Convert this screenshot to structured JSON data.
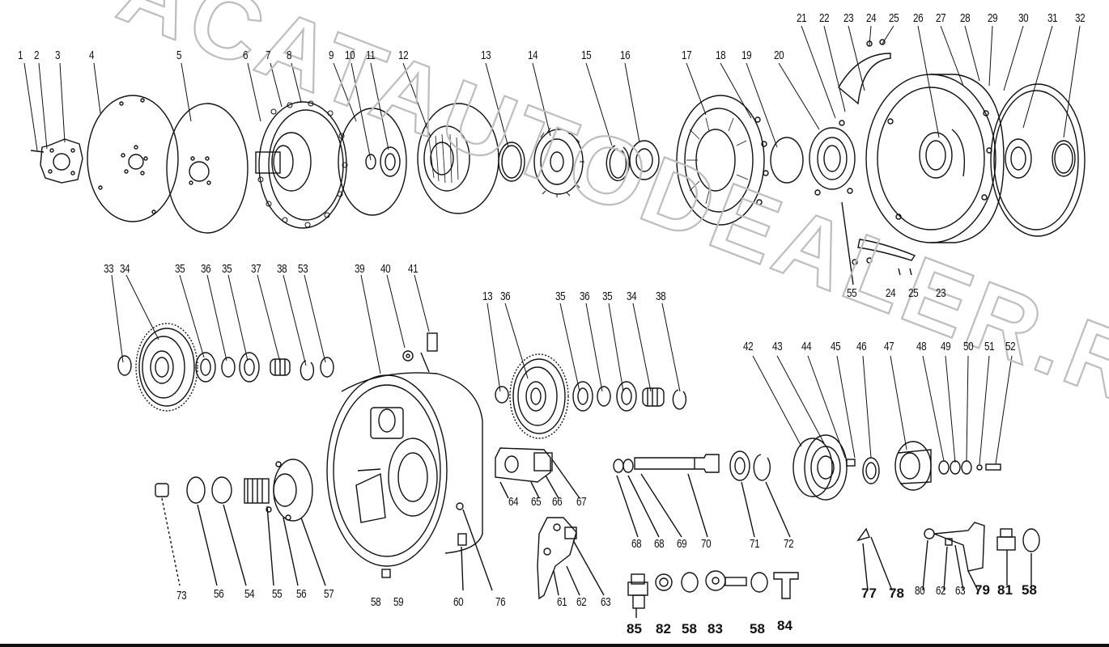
{
  "watermark": {
    "text": "ACATAUTODEALER.RU",
    "color": "#bdbdbd"
  },
  "colors": {
    "ink": "#111111",
    "paper": "#ffffff"
  },
  "callouts": [
    {
      "id": "c1",
      "text": "1"
    },
    {
      "id": "c2",
      "text": "2"
    },
    {
      "id": "c3",
      "text": "3"
    },
    {
      "id": "c4",
      "text": "4"
    },
    {
      "id": "c5",
      "text": "5"
    },
    {
      "id": "c6",
      "text": "6"
    },
    {
      "id": "c7",
      "text": "7"
    },
    {
      "id": "c8",
      "text": "8"
    },
    {
      "id": "c9",
      "text": "9"
    },
    {
      "id": "c10",
      "text": "10"
    },
    {
      "id": "c11",
      "text": "11"
    },
    {
      "id": "c12",
      "text": "12"
    },
    {
      "id": "c13",
      "text": "13"
    },
    {
      "id": "c14",
      "text": "14"
    },
    {
      "id": "c15",
      "text": "15"
    },
    {
      "id": "c16",
      "text": "16"
    },
    {
      "id": "c17",
      "text": "17"
    },
    {
      "id": "c18",
      "text": "18"
    },
    {
      "id": "c19",
      "text": "19"
    },
    {
      "id": "c20",
      "text": "20"
    },
    {
      "id": "c21",
      "text": "21"
    },
    {
      "id": "c22",
      "text": "22"
    },
    {
      "id": "c23",
      "text": "23"
    },
    {
      "id": "c24",
      "text": "24"
    },
    {
      "id": "c25",
      "text": "25"
    },
    {
      "id": "c26",
      "text": "26"
    },
    {
      "id": "c27",
      "text": "27"
    },
    {
      "id": "c28",
      "text": "28"
    },
    {
      "id": "c29",
      "text": "29"
    },
    {
      "id": "c30",
      "text": "30"
    },
    {
      "id": "c31",
      "text": "31"
    },
    {
      "id": "c32",
      "text": "32"
    },
    {
      "id": "c55",
      "text": "55"
    },
    {
      "id": "c24b",
      "text": "24"
    },
    {
      "id": "c25b",
      "text": "25"
    },
    {
      "id": "c23b",
      "text": "23"
    },
    {
      "id": "c33",
      "text": "33"
    },
    {
      "id": "c34",
      "text": "34"
    },
    {
      "id": "c35",
      "text": "35"
    },
    {
      "id": "c36",
      "text": "36"
    },
    {
      "id": "c35b",
      "text": "35"
    },
    {
      "id": "c37",
      "text": "37"
    },
    {
      "id": "c38",
      "text": "38"
    },
    {
      "id": "c53",
      "text": "53"
    },
    {
      "id": "c39",
      "text": "39"
    },
    {
      "id": "c40",
      "text": "40"
    },
    {
      "id": "c41",
      "text": "41"
    },
    {
      "id": "c13b",
      "text": "13"
    },
    {
      "id": "c36b",
      "text": "36"
    },
    {
      "id": "c35c",
      "text": "35"
    },
    {
      "id": "c36c",
      "text": "36"
    },
    {
      "id": "c35d",
      "text": "35"
    },
    {
      "id": "c34b",
      "text": "34"
    },
    {
      "id": "c38b",
      "text": "38"
    },
    {
      "id": "c42",
      "text": "42"
    },
    {
      "id": "c43",
      "text": "43"
    },
    {
      "id": "c44",
      "text": "44"
    },
    {
      "id": "c45",
      "text": "45"
    },
    {
      "id": "c46",
      "text": "46"
    },
    {
      "id": "c47",
      "text": "47"
    },
    {
      "id": "c48",
      "text": "48"
    },
    {
      "id": "c49",
      "text": "49"
    },
    {
      "id": "c50",
      "text": "50"
    },
    {
      "id": "c51",
      "text": "51"
    },
    {
      "id": "c52",
      "text": "52"
    },
    {
      "id": "c73",
      "text": "73"
    },
    {
      "id": "c56",
      "text": "56"
    },
    {
      "id": "c54",
      "text": "54"
    },
    {
      "id": "c55b",
      "text": "55"
    },
    {
      "id": "c56b",
      "text": "56"
    },
    {
      "id": "c57",
      "text": "57"
    },
    {
      "id": "c58",
      "text": "58"
    },
    {
      "id": "c59",
      "text": "59"
    },
    {
      "id": "c60",
      "text": "60"
    },
    {
      "id": "c76",
      "text": "76"
    },
    {
      "id": "c64",
      "text": "64"
    },
    {
      "id": "c65",
      "text": "65"
    },
    {
      "id": "c66",
      "text": "66"
    },
    {
      "id": "c67",
      "text": "67"
    },
    {
      "id": "c61",
      "text": "61"
    },
    {
      "id": "c62",
      "text": "62"
    },
    {
      "id": "c63",
      "text": "63"
    },
    {
      "id": "c68",
      "text": "68"
    },
    {
      "id": "c68b",
      "text": "68"
    },
    {
      "id": "c69",
      "text": "69"
    },
    {
      "id": "c70",
      "text": "70"
    },
    {
      "id": "c71",
      "text": "71"
    },
    {
      "id": "c72",
      "text": "72"
    },
    {
      "id": "c77",
      "text": "77"
    },
    {
      "id": "c78",
      "text": "78"
    },
    {
      "id": "c80",
      "text": "80"
    },
    {
      "id": "c62b",
      "text": "62"
    },
    {
      "id": "c63b",
      "text": "63"
    },
    {
      "id": "c79",
      "text": "79"
    },
    {
      "id": "c81",
      "text": "81"
    },
    {
      "id": "c58b",
      "text": "58"
    },
    {
      "id": "c85",
      "text": "85"
    },
    {
      "id": "c82",
      "text": "82"
    },
    {
      "id": "c58c",
      "text": "58"
    },
    {
      "id": "c83",
      "text": "83"
    },
    {
      "id": "c58d",
      "text": "58"
    },
    {
      "id": "c84",
      "text": "84"
    }
  ]
}
